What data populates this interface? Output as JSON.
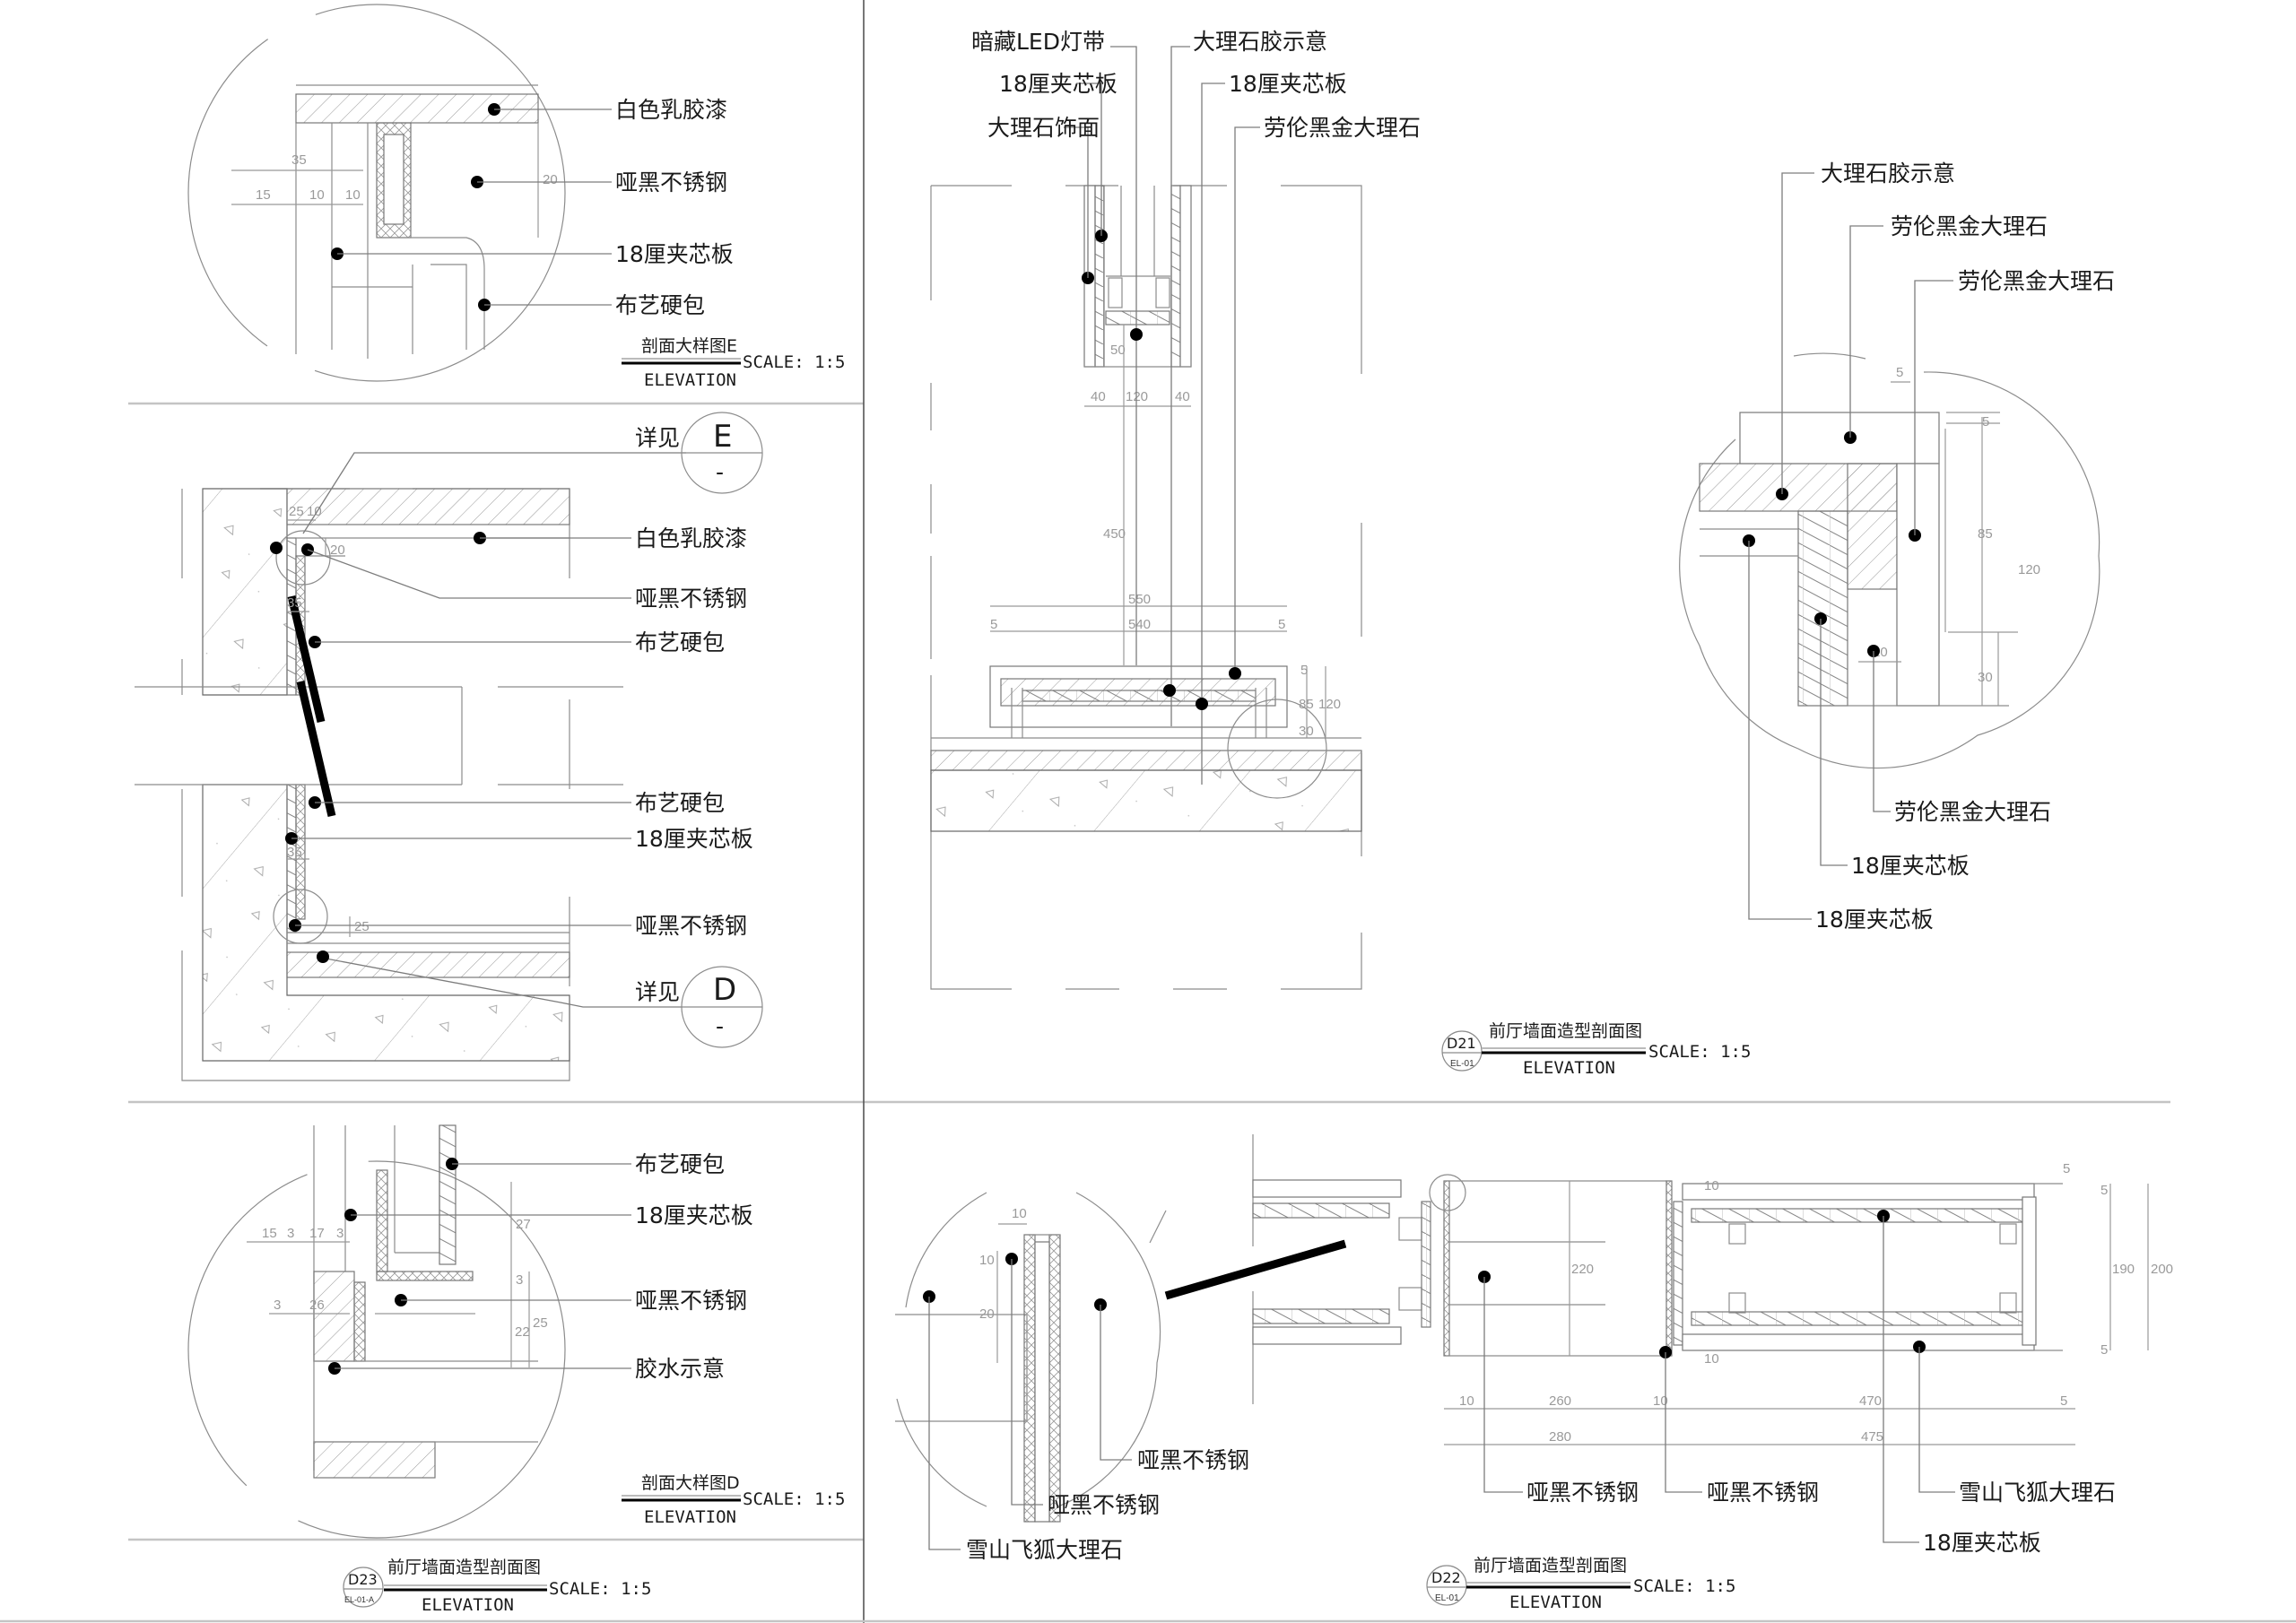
{
  "drawing": {
    "panels": {
      "detail_e": {
        "labels": [
          "白色乳胶漆",
          "哑黑不锈钢",
          "18厘夹芯板",
          "布艺硬包"
        ],
        "dims": [
          "35",
          "15",
          "10",
          "10",
          "20"
        ],
        "title": "剖面大样图E",
        "subtitle": "ELEVATION",
        "scale": "SCALE: 1:5"
      },
      "section_d23": {
        "callout_top": {
          "prefix": "详见",
          "letter": "E",
          "sheet": "-"
        },
        "callout_bottom": {
          "prefix": "详见",
          "letter": "D",
          "sheet": "-"
        },
        "labels": [
          "白色乳胶漆",
          "哑黑不锈钢",
          "布艺硬包",
          "布艺硬包",
          "18厘夹芯板",
          "哑黑不锈钢"
        ],
        "dims": [
          "25",
          "10",
          "20",
          "35",
          "35",
          "25"
        ]
      },
      "detail_d": {
        "labels": [
          "布艺硬包",
          "18厘夹芯板",
          "哑黑不锈钢",
          "胶水示意"
        ],
        "dims": [
          "15",
          "3",
          "17",
          "3",
          "27",
          "3",
          "3",
          "26",
          "22",
          "25"
        ],
        "title": "剖面大样图D",
        "subtitle": "ELEVATION",
        "scale": "SCALE: 1:5"
      },
      "d23_title": {
        "code": "D23",
        "sheet": "EL-01-A",
        "title": "前厅墙面造型剖面图",
        "subtitle": "ELEVATION",
        "scale": "SCALE: 1:5"
      },
      "section_d21": {
        "labels_left": [
          "暗藏LED灯带",
          "18厘夹芯板",
          "大理石饰面"
        ],
        "labels_right": [
          "大理石胶示意",
          "18厘夹芯板",
          "劳伦黑金大理石"
        ],
        "dims": [
          "40",
          "120",
          "40",
          "50",
          "450",
          "550",
          "540",
          "5",
          "5",
          "5",
          "85",
          "30",
          "120"
        ],
        "code": "D21",
        "sheet": "EL-01",
        "title": "前厅墙面造型剖面图",
        "subtitle": "ELEVATION",
        "scale": "SCALE: 1:5"
      },
      "detail_d21_corner": {
        "labels_top": [
          "大理石胶示意",
          "劳伦黑金大理石",
          "劳伦黑金大理石"
        ],
        "labels_bottom": [
          "劳伦黑金大理石",
          "18厘夹芯板",
          "18厘夹芯板"
        ],
        "dims": [
          "5",
          "5",
          "85",
          "120",
          "20",
          "30"
        ]
      },
      "section_d22": {
        "labels_detail": [
          "哑黑不锈钢",
          "哑黑不锈钢",
          "雪山飞狐大理石"
        ],
        "labels_main": [
          "哑黑不锈钢",
          "哑黑不锈钢",
          "雪山飞狐大理石",
          "18厘夹芯板"
        ],
        "dims_detail": [
          "10",
          "10",
          "20"
        ],
        "dims_main": [
          "10",
          "260",
          "10",
          "470",
          "5",
          "280",
          "475",
          "220",
          "10",
          "10",
          "5",
          "5",
          "5",
          "190",
          "200"
        ],
        "code": "D22",
        "sheet": "EL-01",
        "title": "前厅墙面造型剖面图",
        "subtitle": "ELEVATION",
        "scale": "SCALE: 1:5"
      }
    }
  }
}
